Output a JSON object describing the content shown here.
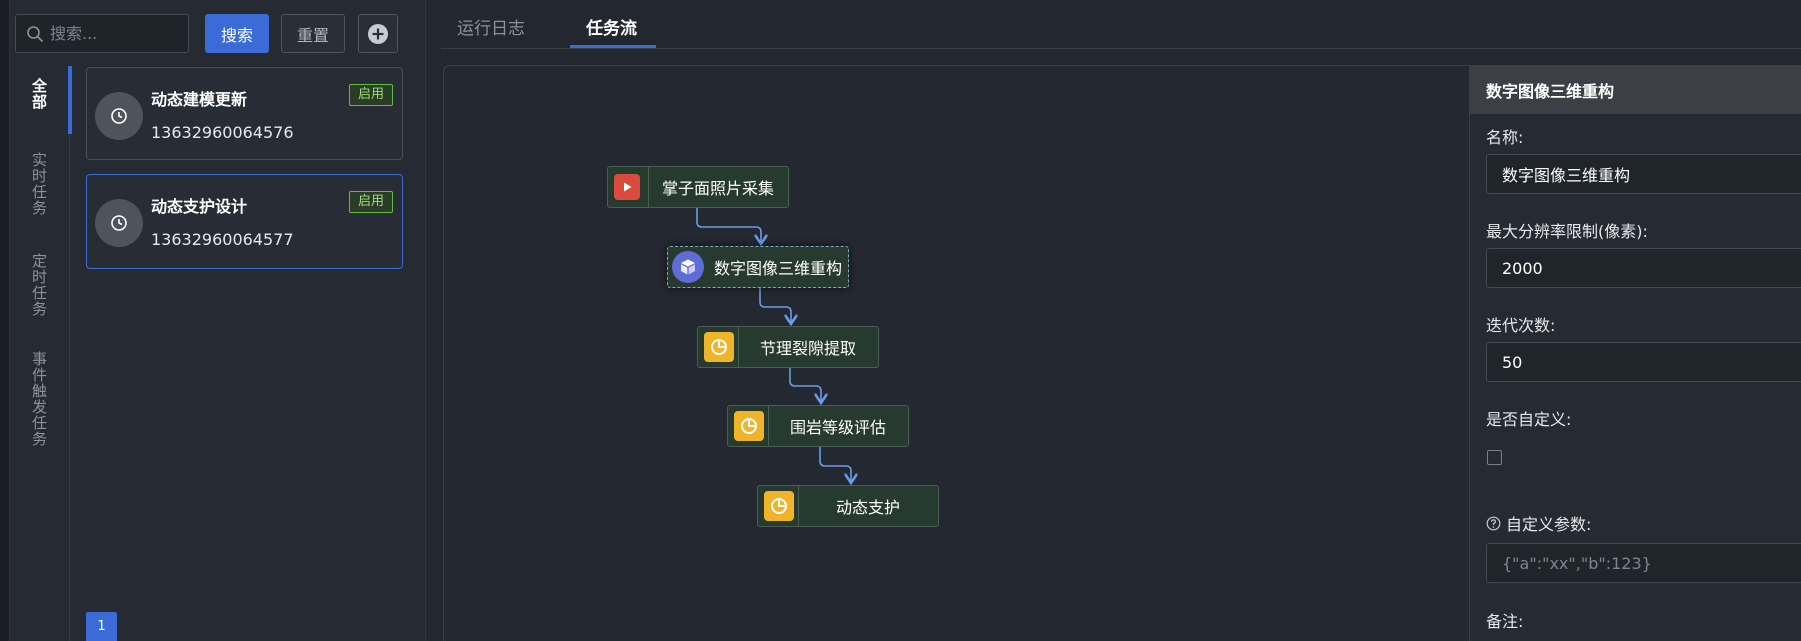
{
  "search": {
    "placeholder": "搜索...",
    "search_label": "搜索",
    "reset_label": "重置"
  },
  "categories": [
    {
      "label": "全部"
    },
    {
      "label": "实时任务"
    },
    {
      "label": "定时任务"
    },
    {
      "label": "事件触发任务"
    }
  ],
  "tasks": [
    {
      "name": "动态建模更新",
      "id": "13632960064576",
      "status": "启用"
    },
    {
      "name": "动态支护设计",
      "id": "13632960064577",
      "status": "启用"
    }
  ],
  "pagination": {
    "current": "1"
  },
  "tabs": [
    {
      "label": "运行日志"
    },
    {
      "label": "任务流"
    }
  ],
  "flow": {
    "nodes": [
      {
        "label": "掌子面照片采集",
        "icon": "play-icon"
      },
      {
        "label": "数字图像三维重构",
        "icon": "cube-icon"
      },
      {
        "label": "节理裂隙提取",
        "icon": "pie-chart-icon"
      },
      {
        "label": "围岩等级评估",
        "icon": "pie-chart-icon"
      },
      {
        "label": "动态支护",
        "icon": "pie-chart-icon"
      }
    ]
  },
  "properties": {
    "title": "数字图像三维重构",
    "name_label": "名称:",
    "name_value": "数字图像三维重构",
    "max_res_label": "最大分辨率限制(像素):",
    "max_res_value": "2000",
    "iter_label": "迭代次数:",
    "iter_value": "50",
    "custom_label": "是否自定义:",
    "params_label": "自定义参数:",
    "params_placeholder": "{\"a\":\"xx\",\"b\":123}",
    "remark_label": "备注:"
  },
  "colors": {
    "accent": "#3b6bd6",
    "enabled": "#5fbf3e",
    "node_bg": "#263a30",
    "connector": "#6b9be8"
  }
}
